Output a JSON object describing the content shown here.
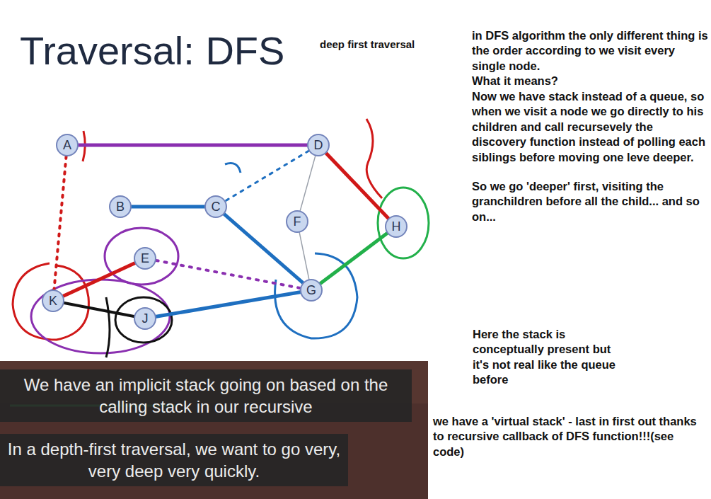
{
  "diagram": {
    "title": "Traversal: DFS",
    "nodes": [
      {
        "text": [
          "A"
        ]
      },
      {
        "text": [
          "D"
        ]
      },
      {
        "text": [
          "B"
        ]
      },
      {
        "text": [
          "C"
        ]
      },
      {
        "text": [
          "F"
        ]
      },
      {
        "text": [
          "H"
        ]
      },
      {
        "text": [
          "E"
        ]
      },
      {
        "text": [
          "G"
        ]
      },
      {
        "text": [
          "K"
        ]
      },
      {
        "text": [
          "J"
        ]
      }
    ],
    "edges": [
      {
        "from": 0,
        "to": 1,
        "arrow": "none"
      },
      {
        "from": 0,
        "to": 8,
        "arrow": "none"
      },
      {
        "from": 1,
        "to": 3,
        "arrow": "none"
      },
      {
        "from": 1,
        "to": 4,
        "arrow": "none"
      },
      {
        "from": 1,
        "to": 5,
        "arrow": "none"
      },
      {
        "from": 2,
        "to": 3,
        "arrow": "none"
      },
      {
        "from": 3,
        "to": 7,
        "arrow": "none"
      },
      {
        "from": 4,
        "to": 7,
        "arrow": "none"
      },
      {
        "from": 5,
        "to": 7,
        "arrow": "none"
      },
      {
        "from": 6,
        "to": 8,
        "arrow": "none"
      },
      {
        "from": 6,
        "to": 7,
        "arrow": "none"
      },
      {
        "from": 8,
        "to": 9,
        "arrow": "none"
      },
      {
        "from": 9,
        "to": 7,
        "arrow": "none"
      }
    ],
    "labels": [
      "deep first traversal",
      "in DFS algorithm the only different thing is the order according to we visit every single node.",
      "What it means?",
      "Now we have stack instead of a queue, so when we visit a node we go directly to his children and call recursevely the discovery function instead of polling each siblings before moving one leve deeper.",
      "So we go 'deeper' first, visiting the granchildren before all the child... and so on...",
      "Here the stack is conceptually present but it's not real like the queue before",
      "we have a 'virtual stack' - last in first out thanks to recursive callback of DFS function!!!(see code)",
      "We have an implicit stack going on based on the calling stack in our recursive",
      "In a depth-first traversal, we want to go very, very deep very quickly."
    ]
  }
}
